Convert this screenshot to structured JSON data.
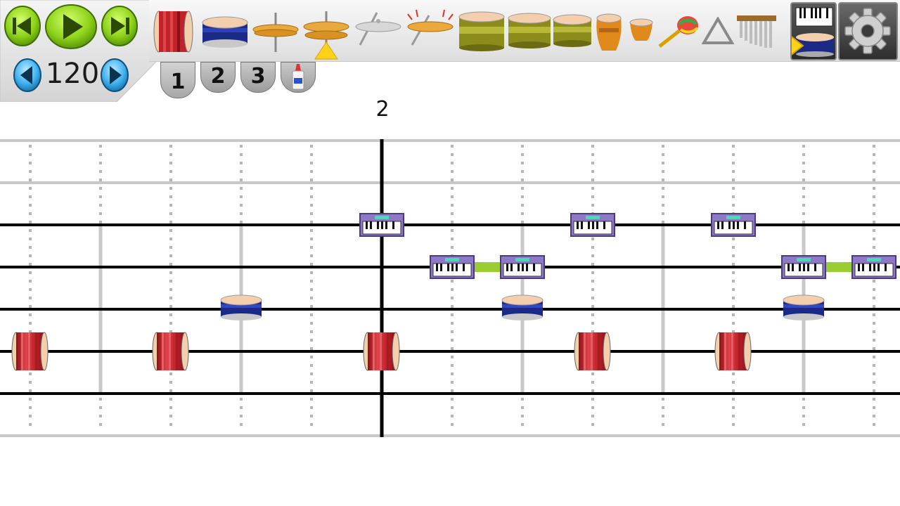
{
  "transport": {
    "tempo": "120",
    "rewind_icon": "skip-back-icon",
    "play_icon": "play-icon",
    "forward_icon": "skip-forward-icon",
    "tempo_down_icon": "arrow-left-icon",
    "tempo_up_icon": "arrow-right-icon"
  },
  "toolbar": {
    "instruments": [
      {
        "name": "bass-drum",
        "icon": "bass-drum-icon"
      },
      {
        "name": "snare-drum",
        "icon": "snare-drum-icon"
      },
      {
        "name": "hi-hat-closed",
        "icon": "hi-hat-icon"
      },
      {
        "name": "hi-hat-pedal",
        "icon": "hi-hat-pedal-icon"
      },
      {
        "name": "ride-cymbal",
        "icon": "cymbal-icon"
      },
      {
        "name": "crash-cymbal",
        "icon": "crash-cymbal-icon"
      },
      {
        "name": "floor-tom",
        "icon": "floor-tom-icon"
      },
      {
        "name": "low-tom",
        "icon": "tom-icon"
      },
      {
        "name": "high-tom",
        "icon": "tom-icon"
      },
      {
        "name": "conga",
        "icon": "conga-icon"
      },
      {
        "name": "bongo",
        "icon": "bongo-icon"
      },
      {
        "name": "maraca",
        "icon": "maraca-icon"
      },
      {
        "name": "triangle",
        "icon": "triangle-icon"
      },
      {
        "name": "chimes",
        "icon": "chimes-icon"
      }
    ],
    "selected_instrument": "synth-keyboard",
    "settings_icon": "gear-icon"
  },
  "tabs": [
    {
      "label": "1",
      "active": true
    },
    {
      "label": "2",
      "active": false
    },
    {
      "label": "3",
      "active": false
    },
    {
      "label": "",
      "icon": "glue-icon",
      "active": false
    }
  ],
  "sequencer": {
    "bar_number": "2",
    "steps_visible": 13,
    "colors": {
      "bass_drum": "#c0242b",
      "snare_drum": "#1b2a86",
      "keyboard": "#8e79c8",
      "sustain_link": "#9acd32",
      "lane": "#000000",
      "beat_line": "#c8c8c8"
    }
  }
}
